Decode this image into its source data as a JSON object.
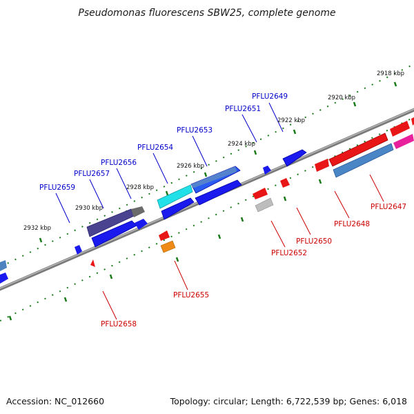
{
  "title": "Pseudomonas fluorescens SBW25, complete genome",
  "footer": {
    "accession": "Accession: NC_012660",
    "info": "Topology: circular; Length: 6,722,539 bp; Genes: 6,018"
  },
  "ruler_labels": [
    "2918 kbp",
    "2920 kbp",
    "2922 kbp",
    "2924 kbp",
    "2926 kbp",
    "2928 kbp",
    "2930 kbp",
    "2932 kbp"
  ],
  "forward_gene_labels": [
    "PFLU2649",
    "PFLU2651",
    "PFLU2653",
    "PFLU2654",
    "PFLU2656",
    "PFLU2657",
    "PFLU2659"
  ],
  "reverse_gene_labels": [
    "PFLU2647",
    "PFLU2648",
    "PFLU2650",
    "PFLU2652",
    "PFLU2655",
    "PFLU2658"
  ],
  "colors": {
    "forward_label": "#0000cc",
    "reverse_label": "#cc0000",
    "ruler": "#1a7a1a",
    "backbone": "#808080"
  }
}
